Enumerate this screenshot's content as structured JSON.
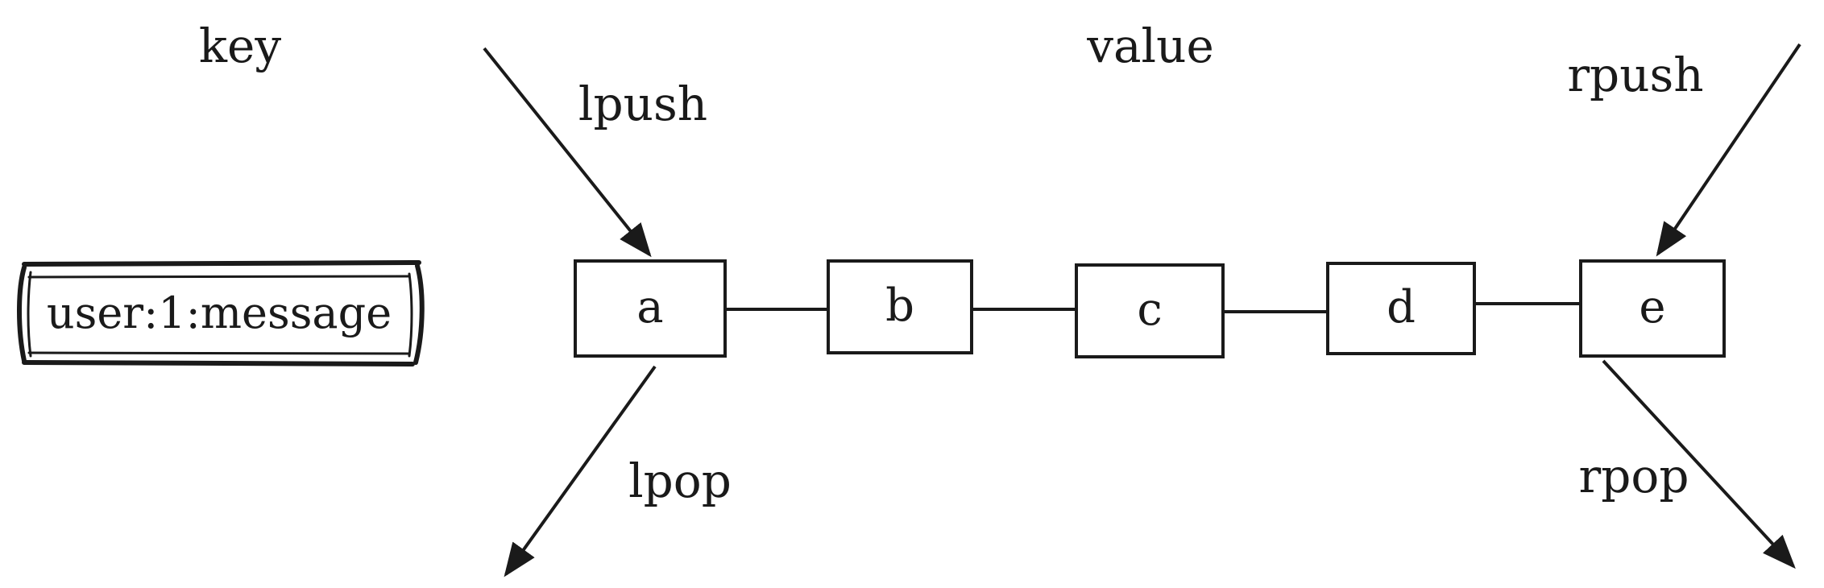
{
  "labels": {
    "key": "key",
    "value": "value",
    "lpush": "lpush",
    "rpush": "rpush",
    "lpop": "lpop",
    "rpop": "rpop"
  },
  "key_name": "user:1:message",
  "nodes": [
    "a",
    "b",
    "c",
    "d",
    "e"
  ],
  "colors": {
    "ink": "#1a1a1a",
    "background": "#ffffff"
  }
}
